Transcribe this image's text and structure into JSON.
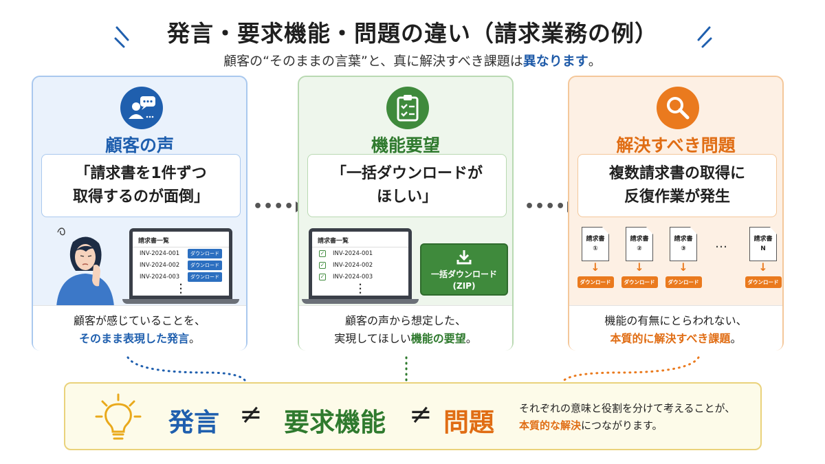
{
  "header": {
    "title": "発言・要求機能・問題の違い（請求業務の例）",
    "subtitle_plain": "顧客の“そのままの言葉”と、真に解決すべき課題は",
    "subtitle_em": "異なります",
    "subtitle_end": "。"
  },
  "panels": [
    {
      "icon": "speech-bubble-person-icon",
      "heading": "顧客の声",
      "quote": "「請求書を1件ずつ\n取得するのが面倒」",
      "screen_title": "請求書一覧",
      "invoices": [
        "INV-2024-001",
        "INV-2024-002",
        "INV-2024-003"
      ],
      "download_label": "ダウンロード",
      "desc_line1": "顧客が感じていることを、",
      "desc_line2_em": "そのまま表現した発言",
      "desc_line2_end": "。"
    },
    {
      "icon": "clipboard-checklist-icon",
      "heading": "機能要望",
      "quote": "「一括ダウンロードが\nほしい」",
      "screen_title": "請求書一覧",
      "invoices": [
        "INV-2024-001",
        "INV-2024-002",
        "INV-2024-003"
      ],
      "bulk_button_line1": "一括ダウンロード",
      "bulk_button_line2": "(ZIP)",
      "desc_line1": "顧客の声から想定した、",
      "desc_line2_plain": "実現してほしい",
      "desc_line2_em": "機能の要望",
      "desc_line2_end": "。"
    },
    {
      "icon": "magnifier-icon",
      "heading": "解決すべき問題",
      "quote": "複数請求書の取得に\n反復作業が発生",
      "docs": [
        {
          "label": "請求書",
          "num": "①"
        },
        {
          "label": "請求書",
          "num": "②"
        },
        {
          "label": "請求書",
          "num": "③"
        },
        {
          "label": "請求書",
          "num": "N"
        }
      ],
      "ellipsis": "…",
      "download_label": "ダウンロード",
      "desc_line1": "機能の有無にとらわれない、",
      "desc_line2_em": "本質的に解決すべき課題",
      "desc_line2_end": "。"
    }
  ],
  "summary": {
    "word1": "発言",
    "neq": "≠",
    "word2": "要求機能",
    "word3": "問題",
    "note_line1": "それぞれの意味と役割を分けて考えることが、",
    "note_line2_em": "本質的な解決",
    "note_line2_end": "につながります。"
  },
  "colors": {
    "blue": "#1f5fae",
    "green": "#2f7a2e",
    "orange": "#e06d14"
  }
}
